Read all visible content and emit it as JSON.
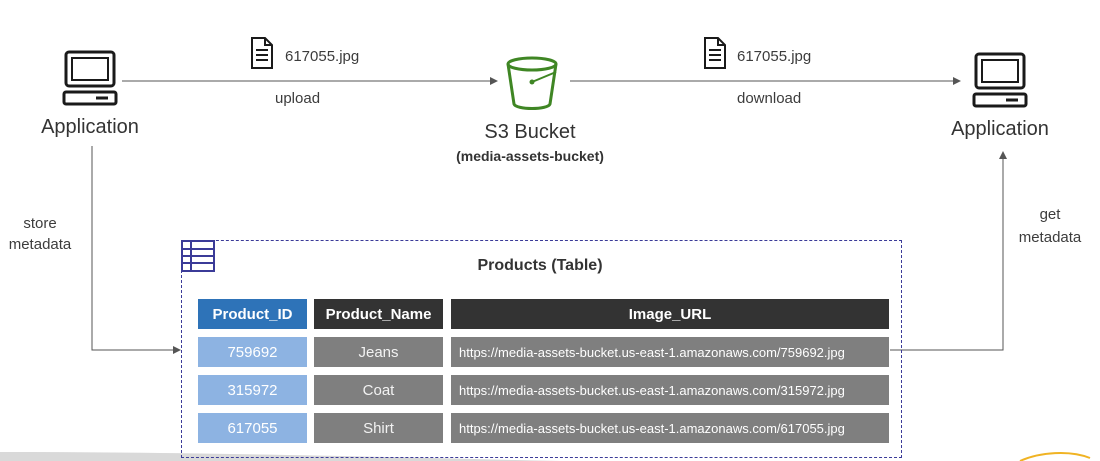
{
  "left_app": {
    "label": "Application"
  },
  "right_app": {
    "label": "Application"
  },
  "upload": {
    "file_name": "617055.jpg",
    "action": "upload"
  },
  "download": {
    "file_name": "617055.jpg",
    "action": "download"
  },
  "bucket": {
    "label": "S3 Bucket",
    "name": "(media-assets-bucket)"
  },
  "store_metadata": {
    "line1": "store",
    "line2": "metadata"
  },
  "get_metadata": {
    "line1": "get",
    "line2": "metadata"
  },
  "table": {
    "title": "Products (Table)",
    "columns": [
      "Product_ID",
      "Product_Name",
      "Image_URL"
    ],
    "rows": [
      [
        "759692",
        "Jeans",
        "https://media-assets-bucket.us-east-1.amazonaws.com/759692.jpg"
      ],
      [
        "315972",
        "Coat",
        "https://media-assets-bucket.us-east-1.amazonaws.com/315972.jpg"
      ],
      [
        "617055",
        "Shirt",
        "https://media-assets-bucket.us-east-1.amazonaws.com/617055.jpg"
      ]
    ]
  },
  "colors": {
    "id_header": "#2e73b8",
    "id_cell": "#8db3e2",
    "dark_header": "#333333",
    "grey_cell": "#7f7f7f",
    "bucket_green": "#3f8624",
    "table_border": "#3b3b98"
  }
}
